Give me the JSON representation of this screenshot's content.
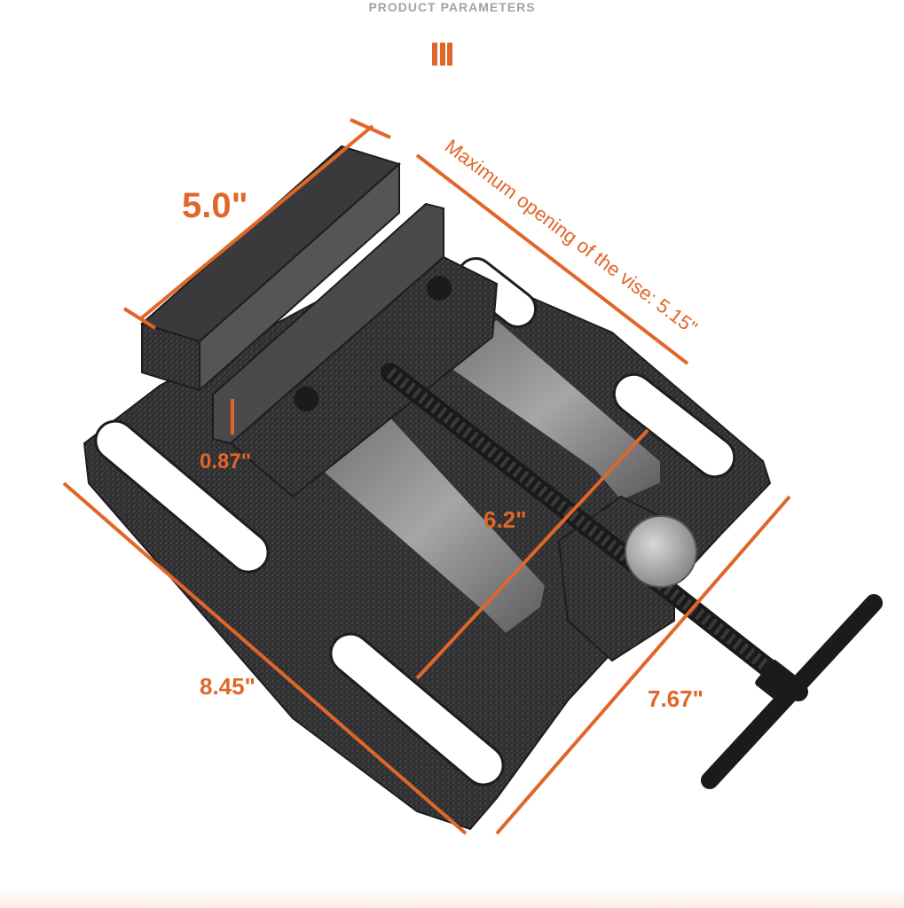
{
  "header": {
    "title": "PRODUCT PARAMETERS"
  },
  "colors": {
    "accent": "#e0662a",
    "body": "#2f2f31",
    "steel": "#8c8c8c"
  },
  "dimensions": {
    "jaw_width": "5.0\"",
    "max_opening": "Maximum opening of the vise: 5.15\"",
    "jaw_height": "0.87\"",
    "rail_length": "6.2\"",
    "base_length": "8.45\"",
    "base_width": "7.67\""
  }
}
